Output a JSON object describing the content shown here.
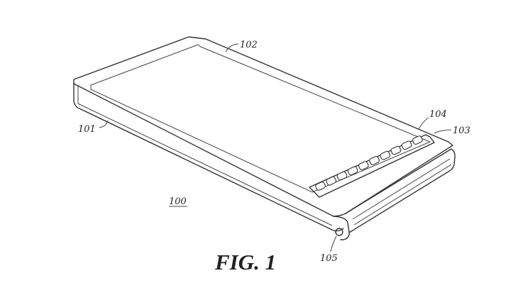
{
  "figure": {
    "caption": "FIG. 1",
    "labels": {
      "device": "100",
      "body": "101",
      "screen": "102",
      "end_cap": "103",
      "keys": "104",
      "port": "105"
    },
    "key_count": 10
  }
}
